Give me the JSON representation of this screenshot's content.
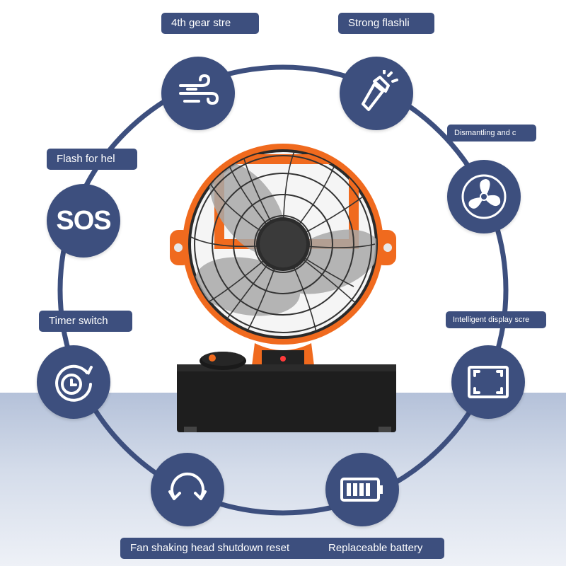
{
  "features": {
    "gear_strength": {
      "label": "4th gear stre",
      "icon": "wind-icon"
    },
    "flashlight": {
      "label": "Strong flashli",
      "icon": "flashlight-icon"
    },
    "dismantling": {
      "label": "Dismantling and c",
      "icon": "fan-blade-icon"
    },
    "flash_help": {
      "label": "Flash for hel",
      "icon": "sos-icon",
      "icon_text": "SOS"
    },
    "timer": {
      "label": "Timer switch",
      "icon": "timer-icon"
    },
    "display": {
      "label": "Intelligent display scre",
      "icon": "screen-frame-icon"
    },
    "shaking_head": {
      "label": "Fan shaking head shutdown reset",
      "icon": "rotate-icon"
    },
    "battery": {
      "label": "Replaceable battery",
      "icon": "battery-icon"
    }
  },
  "colors": {
    "accent": "#3d4f7e",
    "fan_orange": "#f06a1e",
    "base_black": "#1e1e1e",
    "floor": "#c7d1e4"
  },
  "product": {
    "display_icon": "fan-product-image"
  }
}
